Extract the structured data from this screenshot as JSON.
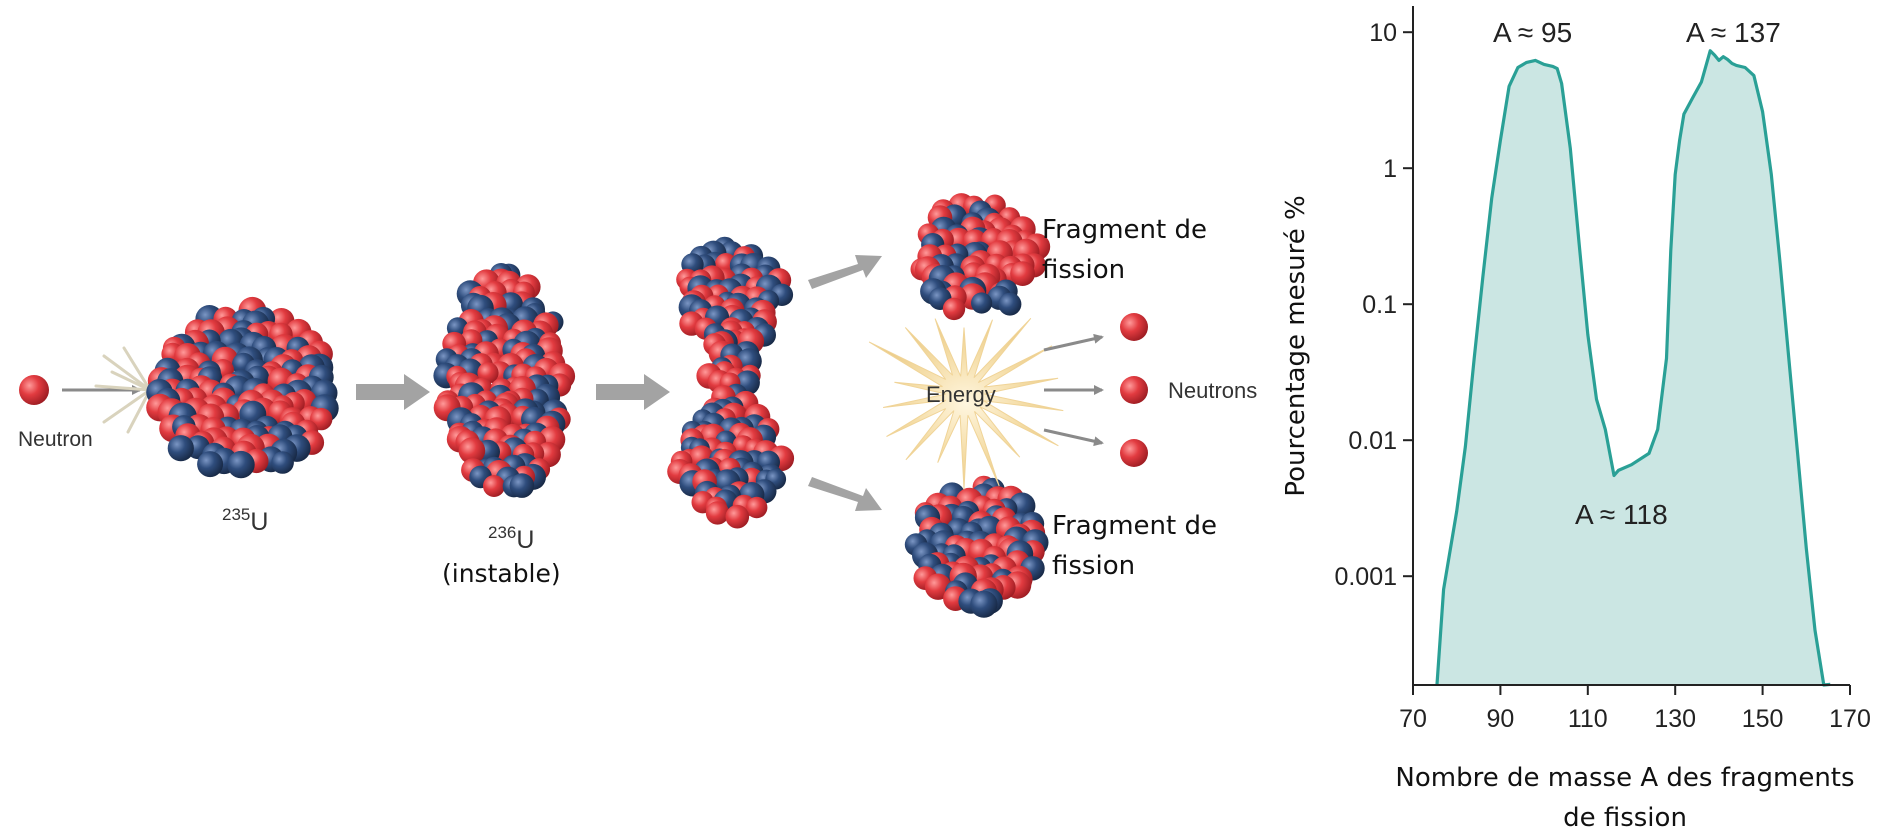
{
  "diagram": {
    "neutron_label": "Neutron",
    "u235_mass": "235",
    "u235_symbol": "U",
    "u236_mass": "236",
    "u236_symbol": "U",
    "u236_state": "(instable)",
    "fragment_top_line1": "Fragment de",
    "fragment_top_line2": "fission",
    "fragment_bottom_line1": "Fragment de",
    "fragment_bottom_line2": "fission",
    "energy_label": "Energy",
    "neutrons_label": "Neutrons",
    "colors": {
      "proton": "#d93a3f",
      "neutron": "#2e4a78",
      "arrow": "#a0a0a0",
      "burst": "#f2d9a0"
    }
  },
  "chart_data": {
    "type": "area",
    "ylabel": "Pourcentage mesuré %",
    "xlabel_line1": "Nombre de masse A des fragments",
    "xlabel_line2": "de fission",
    "x_ticks": [
      "70",
      "90",
      "110",
      "130",
      "150",
      "170"
    ],
    "y_ticks": [
      "10",
      "1",
      "0.1",
      "0.01",
      "0.001"
    ],
    "xlim": [
      70,
      170
    ],
    "ylim_log10": [
      -3.8,
      1.2
    ],
    "y_scale": "log",
    "annotations": [
      "A ≈ 95",
      "A ≈ 137",
      "A ≈ 118"
    ],
    "series": [
      {
        "x": [
          75.5,
          77,
          80,
          82,
          84,
          86,
          88,
          90,
          92,
          94,
          96,
          98,
          100,
          102,
          103,
          104,
          106,
          108,
          110,
          112,
          114,
          116,
          117,
          120,
          124,
          126,
          128,
          129,
          130,
          131,
          132,
          134,
          136,
          138,
          139,
          140,
          141,
          142,
          143,
          144,
          146,
          148,
          150,
          152,
          154,
          156,
          158,
          160,
          162,
          164,
          165.5
        ],
        "y": [
          0.00016,
          0.0008,
          0.003,
          0.009,
          0.04,
          0.16,
          0.6,
          1.6,
          4.0,
          5.5,
          6.0,
          6.2,
          5.8,
          5.6,
          5.4,
          4.2,
          1.4,
          0.28,
          0.06,
          0.02,
          0.012,
          0.0055,
          0.006,
          0.0066,
          0.008,
          0.012,
          0.04,
          0.25,
          0.9,
          1.6,
          2.5,
          3.3,
          4.3,
          7.3,
          6.8,
          6.2,
          6.6,
          6.3,
          5.9,
          5.7,
          5.5,
          4.8,
          2.6,
          0.9,
          0.2,
          0.04,
          0.008,
          0.0016,
          0.0004,
          0.0001,
          0.00016
        ],
        "color": "#2aa096",
        "fill": "#cbe6e3"
      }
    ]
  }
}
